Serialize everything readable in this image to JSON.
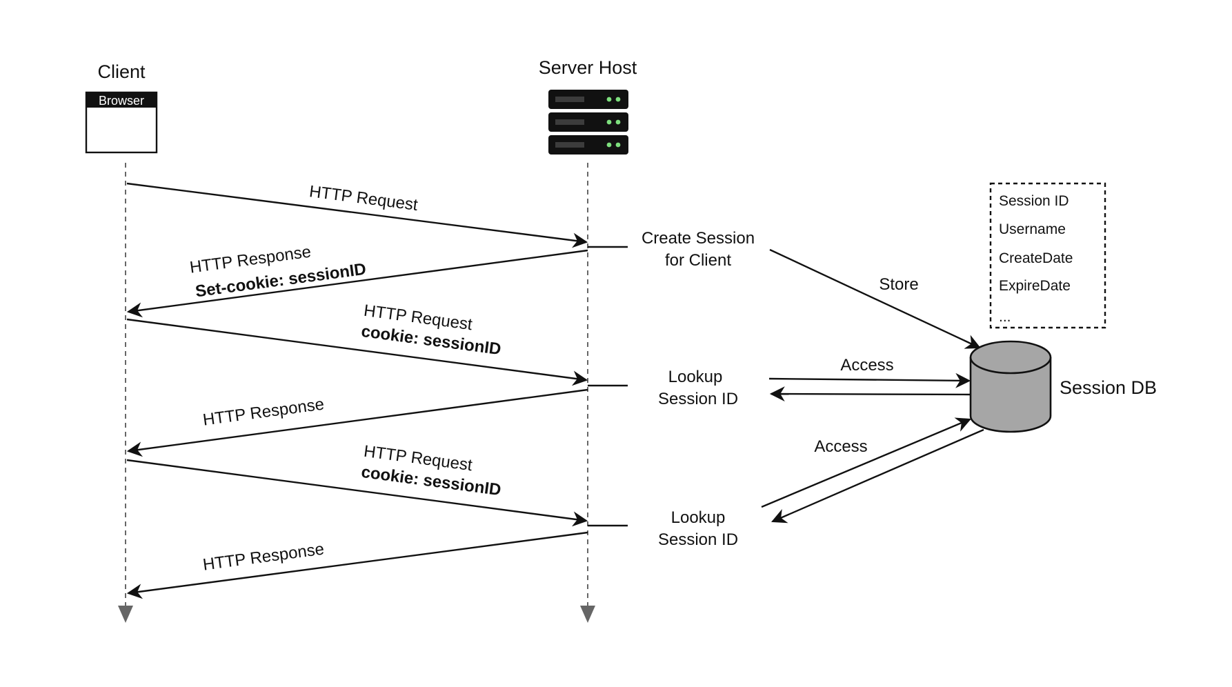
{
  "participants": {
    "client": {
      "title": "Client",
      "window_label": "Browser"
    },
    "server": {
      "title": "Server Host"
    },
    "db": {
      "title": "Session DB"
    }
  },
  "messages": {
    "request_1": "HTTP Request",
    "response_1": "HTTP Response",
    "response_1_header": "Set-cookie: sessionID",
    "request_2": "HTTP Request",
    "request_2_header": "cookie: sessionID",
    "response_2": "HTTP Response",
    "request_3": "HTTP Request",
    "request_3_header": "cookie: sessionID",
    "response_3": "HTTP Response"
  },
  "actions": {
    "create_session": [
      "Create Session",
      "for Client"
    ],
    "lookup_1": [
      "Lookup",
      "Session ID"
    ],
    "lookup_2": [
      "Lookup",
      "Session ID"
    ],
    "store": "Store",
    "access_1": "Access",
    "access_2": "Access"
  },
  "session_fields": [
    "Session ID",
    "Username",
    "CreateDate",
    "ExpireDate",
    "..."
  ],
  "colors": {
    "ink": "#111111",
    "server_body": "#111111",
    "server_led": "#7ee07e",
    "database_fill": "#a6a6a6",
    "lifeline": "#666666"
  },
  "icons": {
    "client": "browser-window-icon",
    "server": "server-rack-icon",
    "database": "database-cylinder-icon"
  }
}
